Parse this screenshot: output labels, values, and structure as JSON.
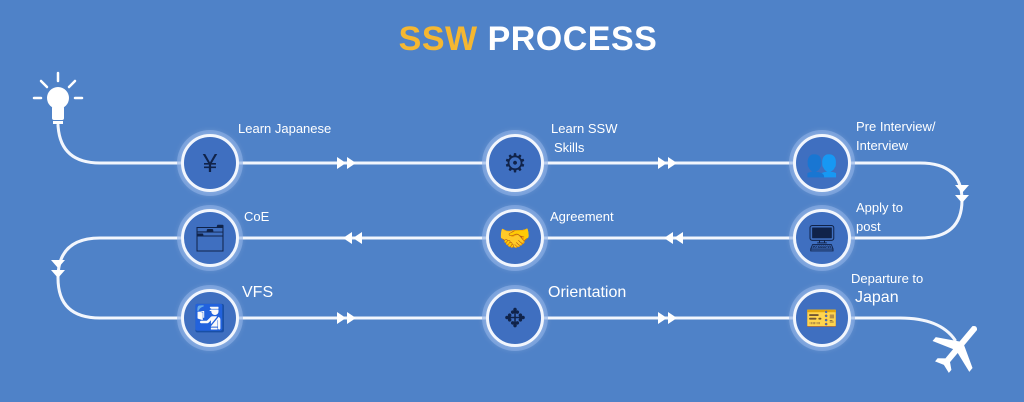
{
  "title": {
    "accent": "SSW",
    "rest": "PROCESS"
  },
  "colors": {
    "background": "#4f82c8",
    "accent": "#f5b731",
    "line": "#f2f6fd"
  },
  "steps": [
    {
      "label1": "Learn Japanese",
      "label2": "",
      "icon": "yen-icon",
      "glyph": "¥"
    },
    {
      "label1": "Learn SSW",
      "label2": "Skills",
      "icon": "skills-hands-icon",
      "glyph": "⚙"
    },
    {
      "label1": "Pre Interview/",
      "label2": "Interview",
      "icon": "interview-icon",
      "glyph": "👥"
    },
    {
      "label1": "Apply to",
      "label2": "post",
      "icon": "computer-gear-icon",
      "glyph": "🖥"
    },
    {
      "label1": "Agreement",
      "label2": "",
      "icon": "handshake-document-icon",
      "glyph": "🤝"
    },
    {
      "label1": "CoE",
      "label2": "",
      "icon": "folder-document-icon",
      "glyph": "🗂"
    },
    {
      "label1": "VFS",
      "label2": "",
      "icon": "passport-icon",
      "glyph": "🛂"
    },
    {
      "label1": "Orientation",
      "label2": "",
      "icon": "orientation-arrows-icon",
      "glyph": "✥"
    },
    {
      "label1": "Departure to",
      "label2": "Japan",
      "icon": "ticket-icon",
      "glyph": "🎫"
    }
  ]
}
